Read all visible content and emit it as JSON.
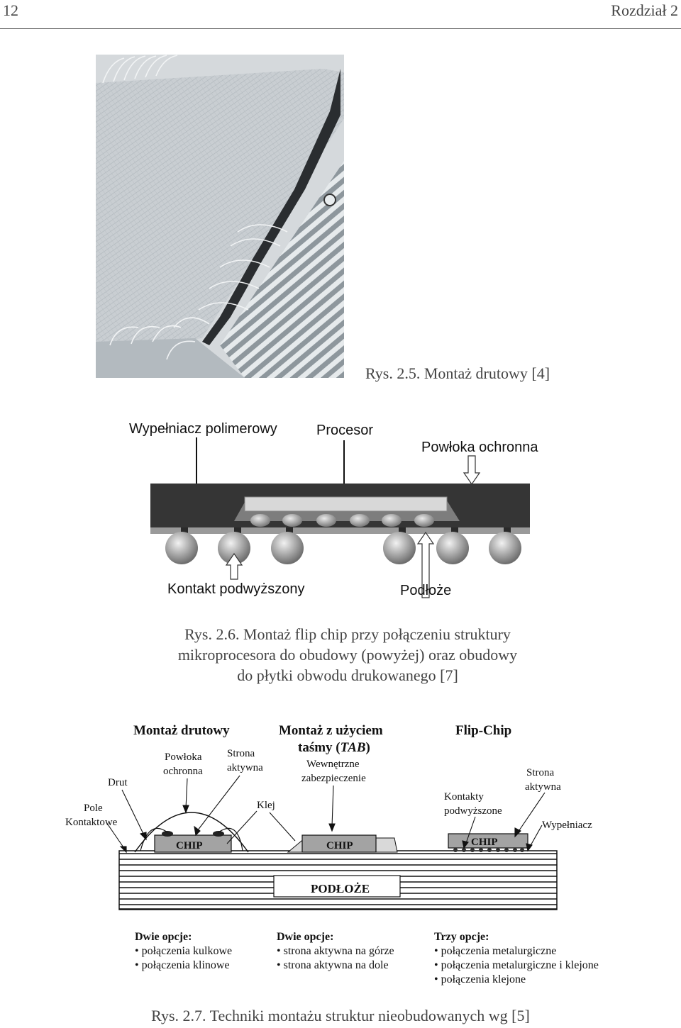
{
  "header": {
    "page_number": "12",
    "chapter": "Rozdział 2"
  },
  "fig25": {
    "caption": "Rys. 2.5. Montaż drutowy [4]"
  },
  "fig26": {
    "labels": {
      "filler": "Wypełniacz polimerowy",
      "processor": "Procesor",
      "coating": "Powłoka ochronna",
      "bump": "Kontakt podwyższony",
      "substrate": "Podłoże"
    },
    "caption_lines": [
      "Rys. 2.6. Montaż flip chip przy połączeniu struktury",
      "mikroprocesora do obudowy (powyżej) oraz obudowy",
      "do płytki obwodu drukowanego [7]"
    ]
  },
  "fig27": {
    "headings": {
      "wire": "Montaż drutowy",
      "tab_line1": "Montaż z użyciem",
      "tab_line2": "taśmy (",
      "tab_italic": "TAB",
      "tab_close": ")",
      "flip": "Flip-Chip"
    },
    "labels": {
      "coating1": "Powłoka",
      "coating2": "ochronna",
      "active1": "Strona",
      "active2": "aktywna",
      "wire": "Drut",
      "pads1": "Pole",
      "pads2": "Kontaktowe",
      "glue": "Klej",
      "inner1": "Wewnętrzne",
      "inner2": "zabezpieczenie",
      "bumps1": "Kontakty",
      "bumps2": "podwyższone",
      "fc_active1": "Strona",
      "fc_active2": "aktywna",
      "filler": "Wypełniacz",
      "chip": "CHIP",
      "substrate": "PODŁOŻE"
    },
    "options": [
      {
        "title": "Dwie opcje:",
        "items": [
          "• połączenia kulkowe",
          "• połączenia klinowe"
        ]
      },
      {
        "title": "Dwie opcje:",
        "items": [
          "• strona aktywna na górze",
          "• strona aktywna na dole"
        ]
      },
      {
        "title": "Trzy opcje:",
        "items": [
          "• połączenia metalurgiczne",
          "• połączenia metalurgiczne i klejone",
          "• połączenia klejone"
        ]
      }
    ],
    "caption": "Rys. 2.7. Techniki montażu struktur nieobudowanych wg [5]"
  }
}
